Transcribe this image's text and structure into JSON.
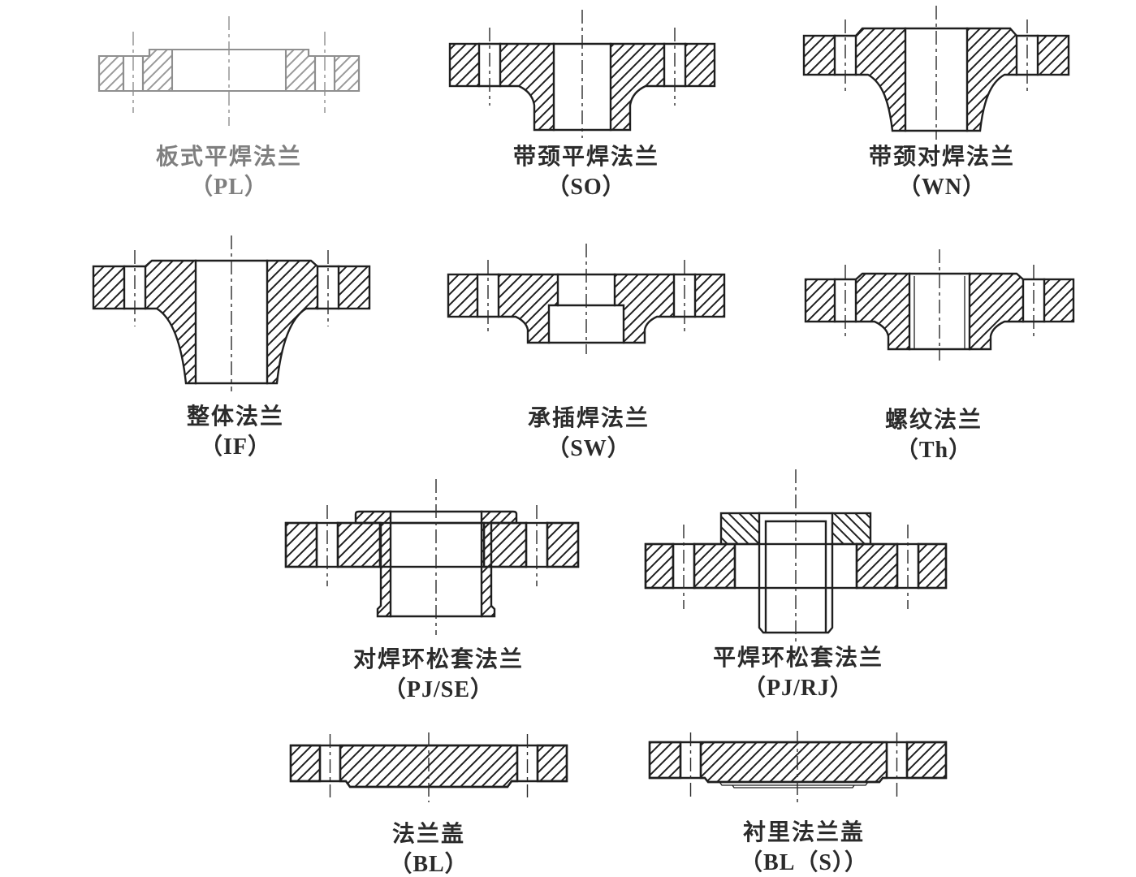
{
  "page": {
    "background": "#ffffff"
  },
  "colors": {
    "line_dark": "#1f1f1f",
    "line_light": "#8f8f8f",
    "caption": "#2b2b2b"
  },
  "figures": [
    {
      "id": "pl",
      "name": "板式平焊法兰",
      "code": "（PL）"
    },
    {
      "id": "so",
      "name": "带颈平焊法兰",
      "code": "（SO）"
    },
    {
      "id": "wn",
      "name": "带颈对焊法兰",
      "code": "（WN）"
    },
    {
      "id": "if",
      "name": "整体法兰",
      "code": "（IF）"
    },
    {
      "id": "sw",
      "name": "承插焊法兰",
      "code": "（SW）"
    },
    {
      "id": "th",
      "name": "螺纹法兰",
      "code": "（Th）"
    },
    {
      "id": "pjse",
      "name": "对焊环松套法兰",
      "code": "（PJ/SE）"
    },
    {
      "id": "pjrj",
      "name": "平焊环松套法兰",
      "code": "（PJ/RJ）"
    },
    {
      "id": "bl",
      "name": "法兰盖",
      "code": "（BL）"
    },
    {
      "id": "bls",
      "name": "衬里法兰盖",
      "code": "（BL（S））"
    }
  ]
}
